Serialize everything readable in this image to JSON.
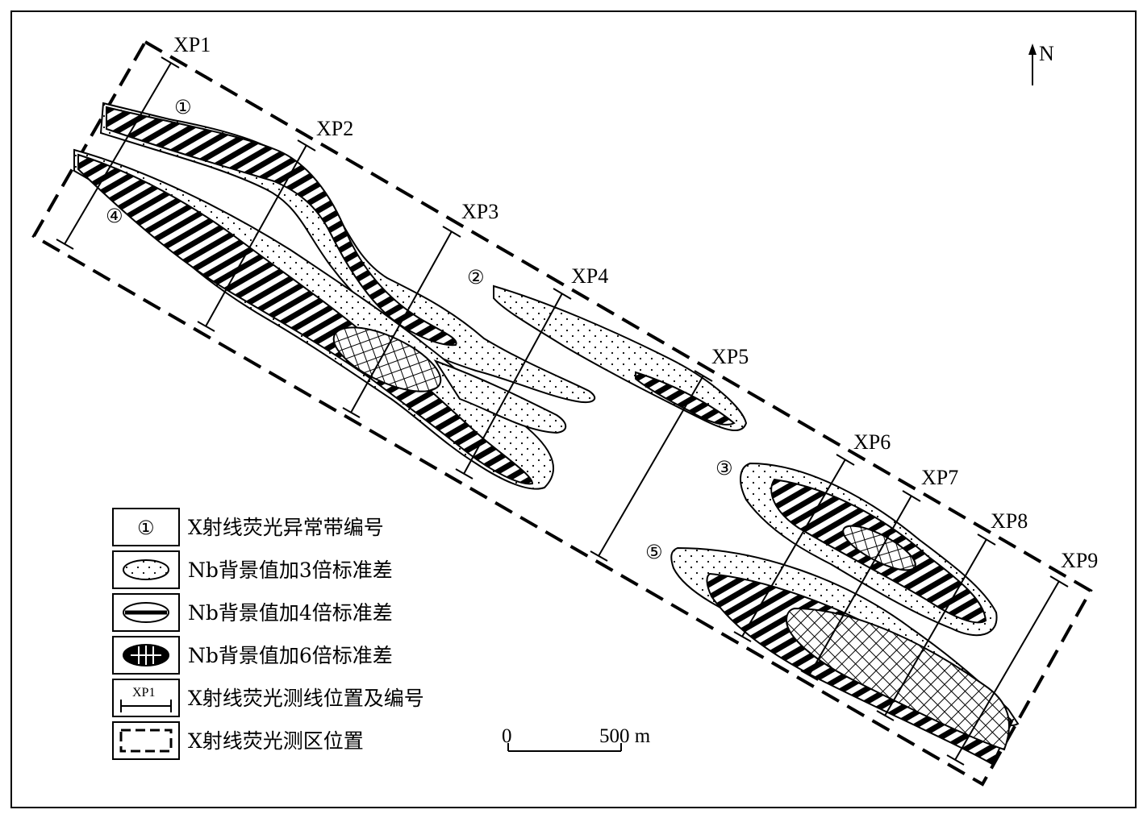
{
  "north_label": "N",
  "profile_lines": [
    "XP1",
    "XP2",
    "XP3",
    "XP4",
    "XP5",
    "XP6",
    "XP7",
    "XP8",
    "XP9"
  ],
  "anomaly_zones": [
    "①",
    "②",
    "③",
    "④",
    "⑤"
  ],
  "legend": [
    {
      "symbol": "①",
      "label": "X射线荧光异常带编号"
    },
    {
      "symbol": "",
      "label": "Nb背景值加3倍标准差"
    },
    {
      "symbol": "",
      "label": "Nb背景值加4倍标准差"
    },
    {
      "symbol": "",
      "label": "Nb背景值加6倍标准差"
    },
    {
      "symbol": "XP1",
      "label": "X射线荧光测线位置及编号"
    },
    {
      "symbol": "",
      "label": "X射线荧光测区位置"
    }
  ],
  "scale_bar": {
    "start": "0",
    "end": "500 m"
  }
}
